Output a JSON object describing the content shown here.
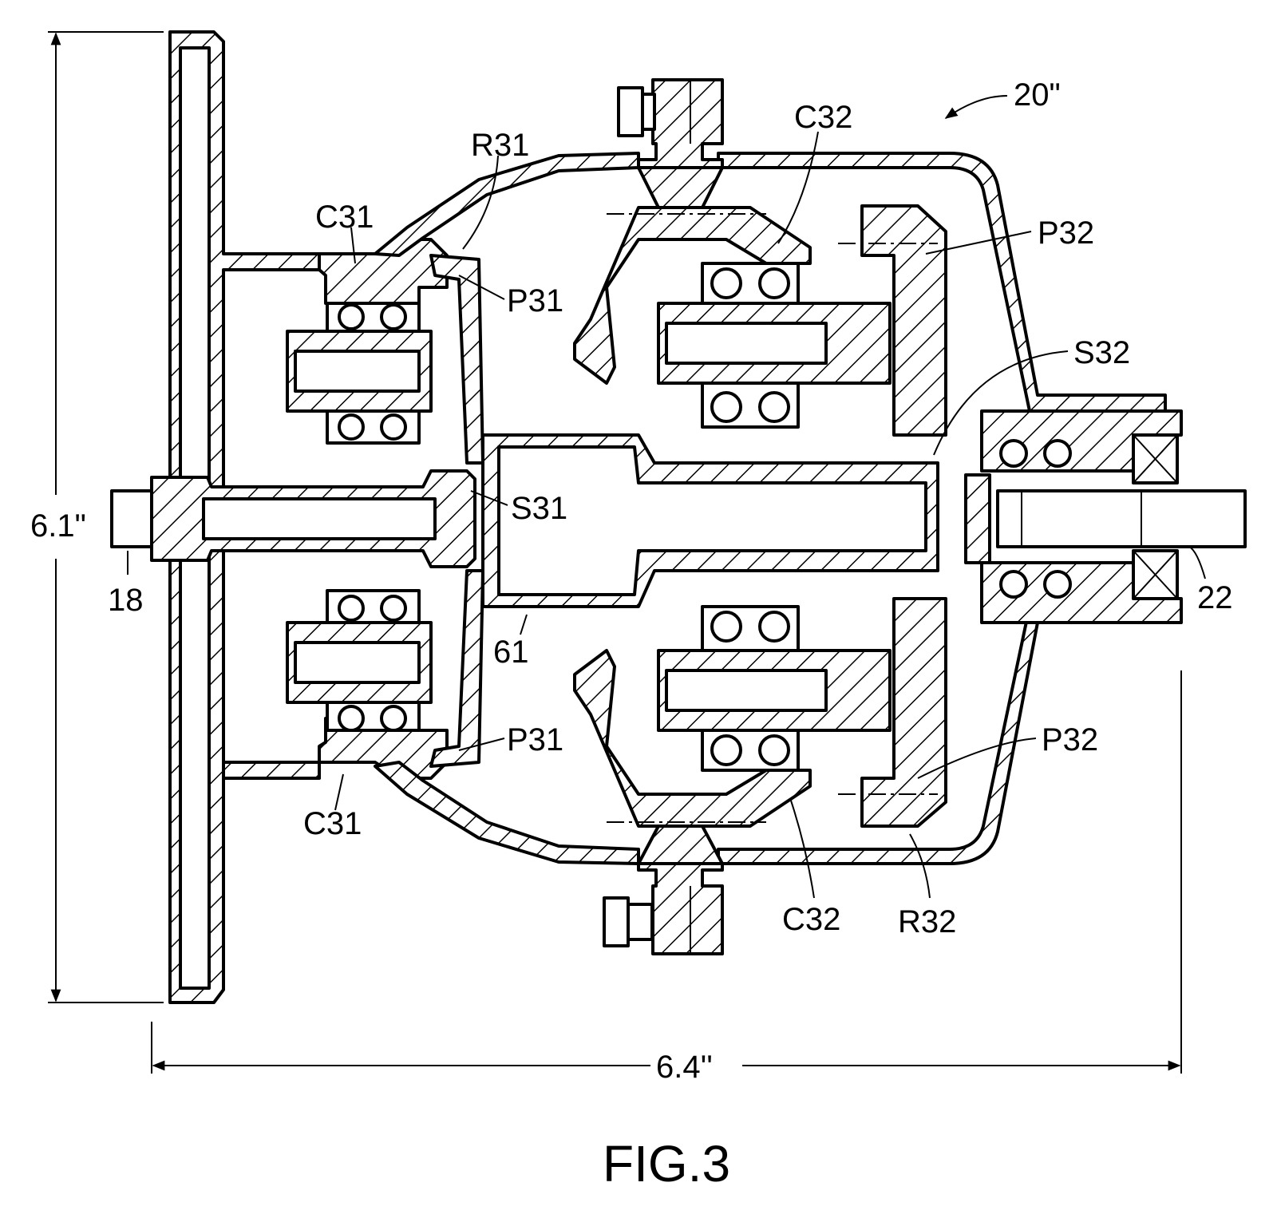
{
  "labels": {
    "assembly": "20\"",
    "r31": "R31",
    "c32_top": "C32",
    "c31_top": "C31",
    "p32_top": "P32",
    "p31_top": "P31",
    "s32": "S32",
    "s31": "S31",
    "dim_height": "6.1\"",
    "n18": "18",
    "n22": "22",
    "n61": "61",
    "p31_bottom": "P31",
    "p32_bottom": "P32",
    "c31_bottom": "C31",
    "c32_bottom": "C32",
    "r32": "R32",
    "dim_width": "6.4''"
  },
  "caption": "FIG.3"
}
